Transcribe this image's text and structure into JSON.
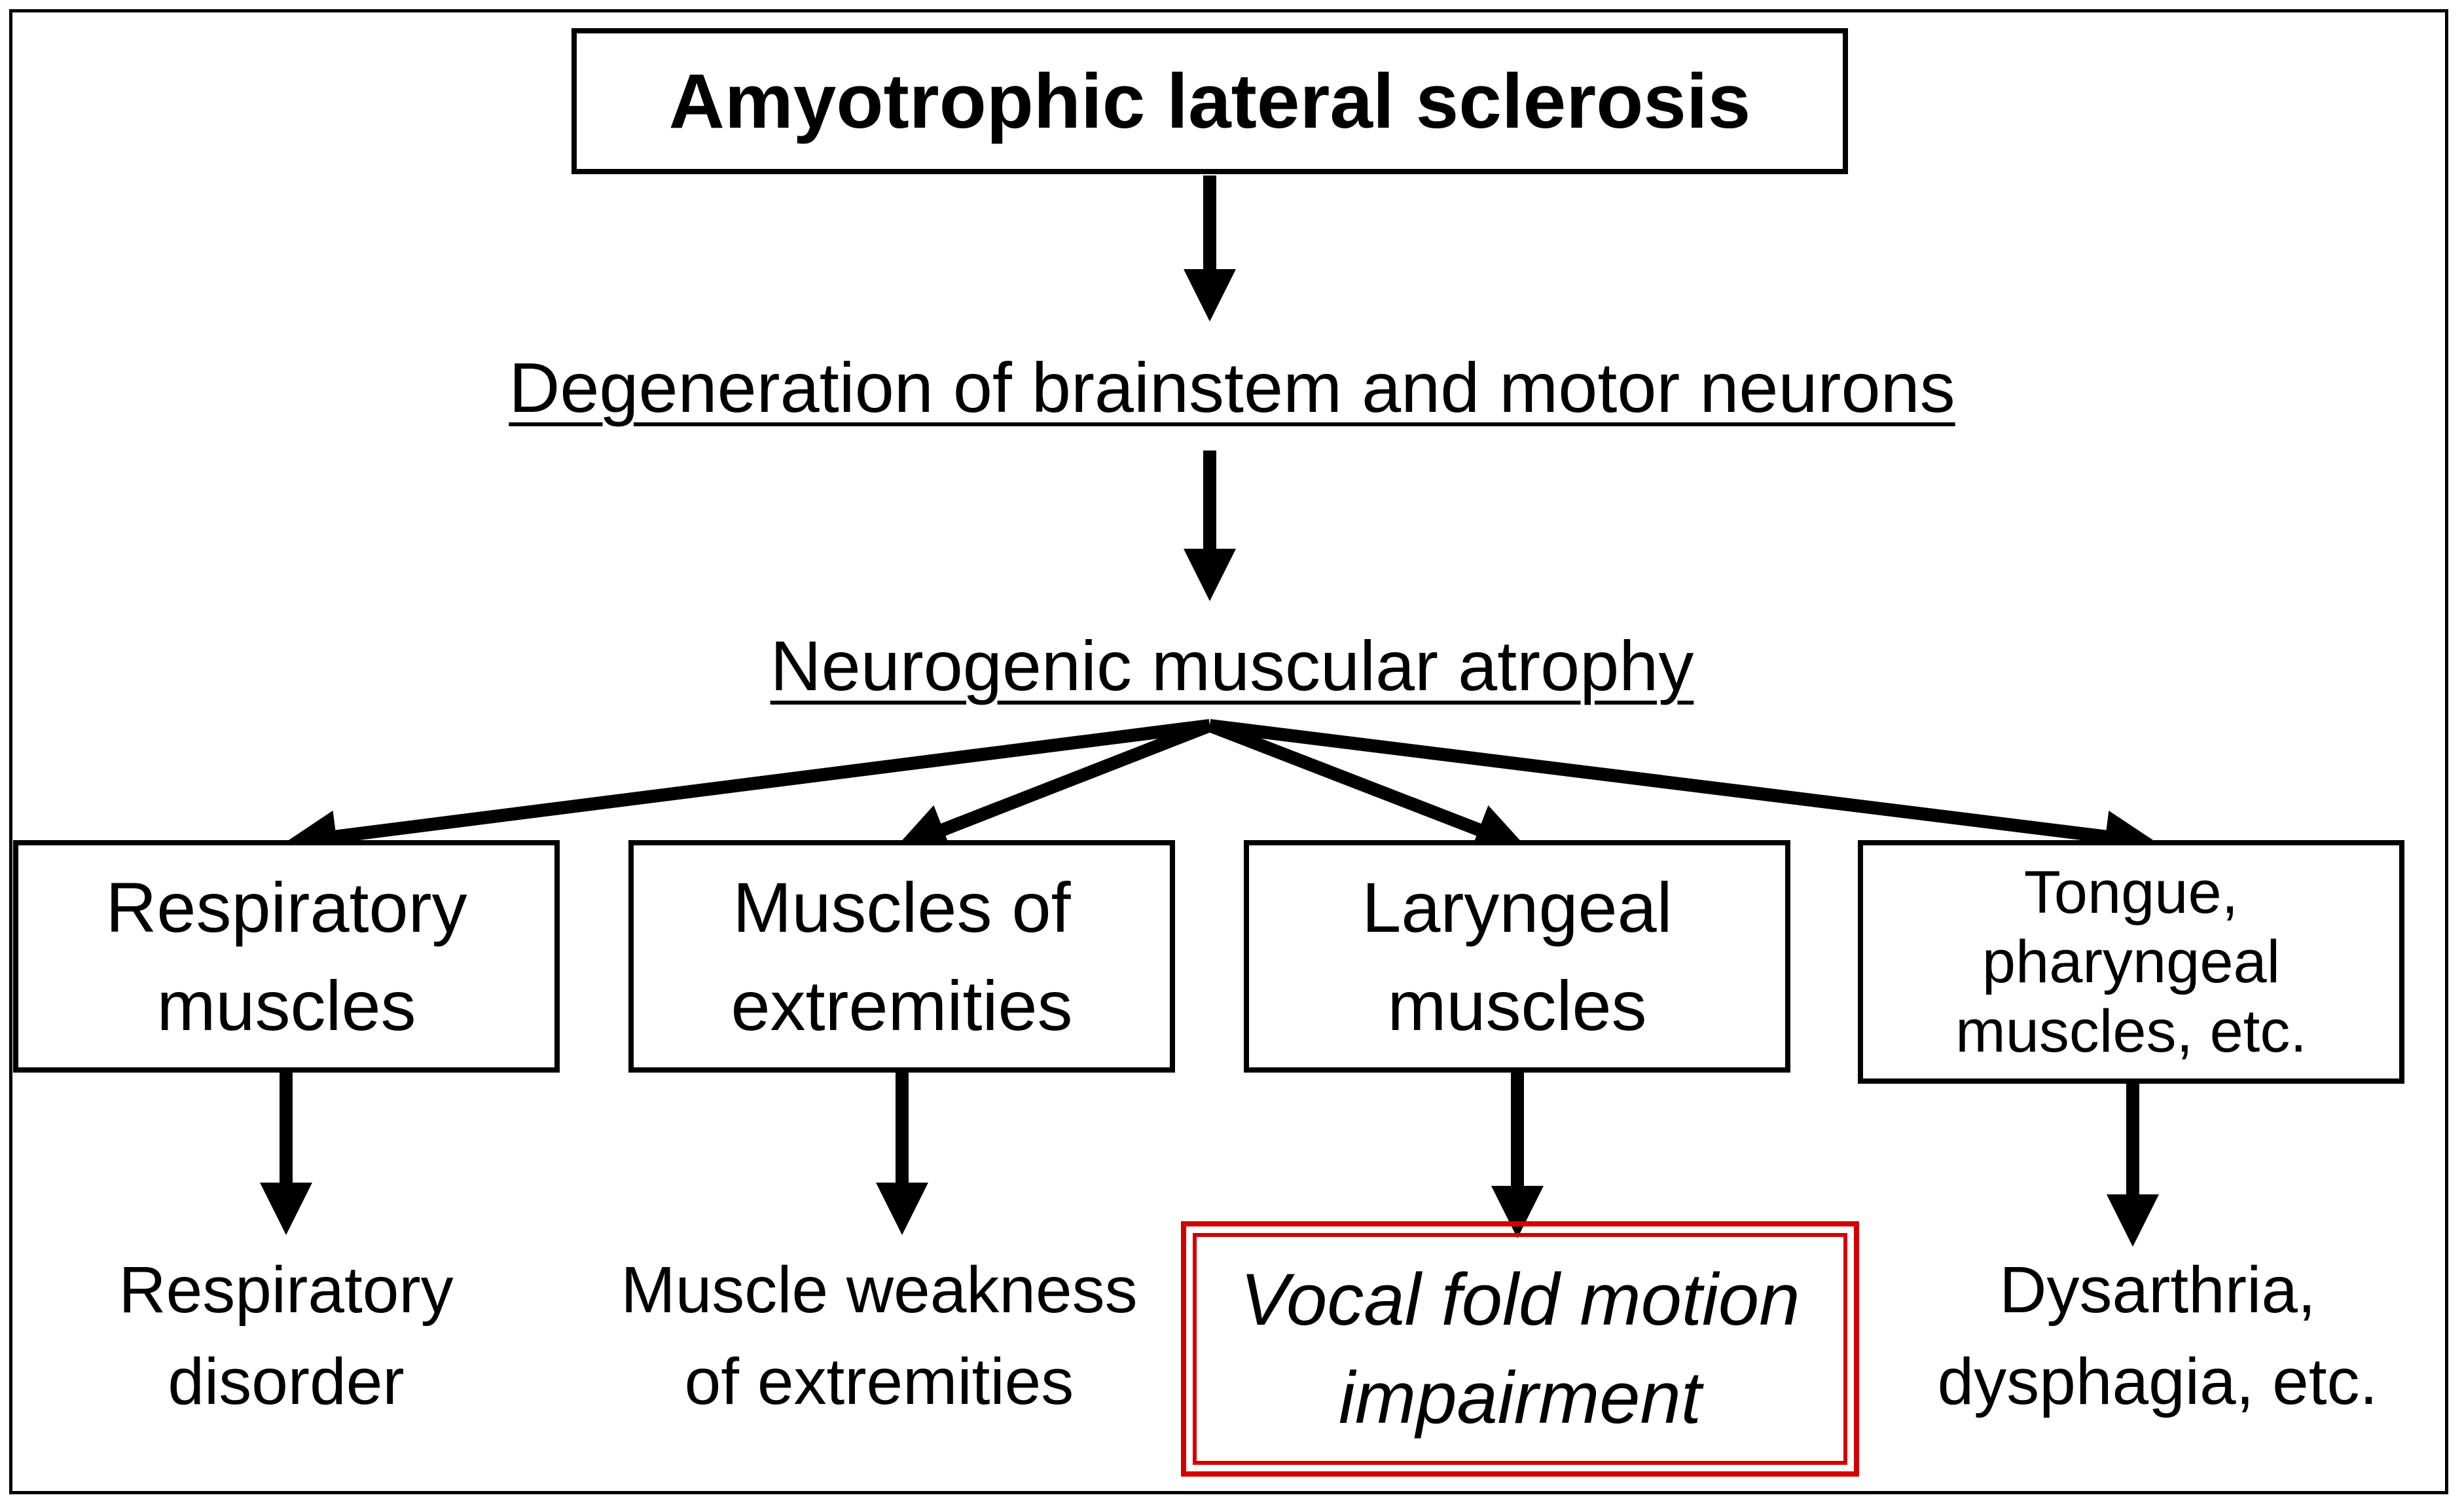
{
  "title": "Amyotrophic lateral sclerosis",
  "level1": "Degeneration of brainstem and motor neurons",
  "level2": "Neurogenic muscular atrophy",
  "muscles": [
    {
      "lines": [
        "Respiratory",
        "muscles"
      ]
    },
    {
      "lines": [
        "Muscles of",
        "extremities"
      ]
    },
    {
      "lines": [
        "Laryngeal",
        "muscles"
      ]
    },
    {
      "lines": [
        "Tongue,",
        "pharyngeal",
        "muscles, etc."
      ]
    }
  ],
  "outcomes": [
    {
      "lines": [
        "Respiratory",
        "disorder"
      ]
    },
    {
      "lines": [
        "Muscle weakness",
        "of extremities"
      ]
    },
    {
      "lines": [
        "Vocal fold motion",
        "impairment"
      ]
    },
    {
      "lines": [
        "Dysarthria,",
        "dysphagia, etc."
      ]
    }
  ],
  "colors": {
    "highlight": "#d40000",
    "stroke": "#000000"
  }
}
